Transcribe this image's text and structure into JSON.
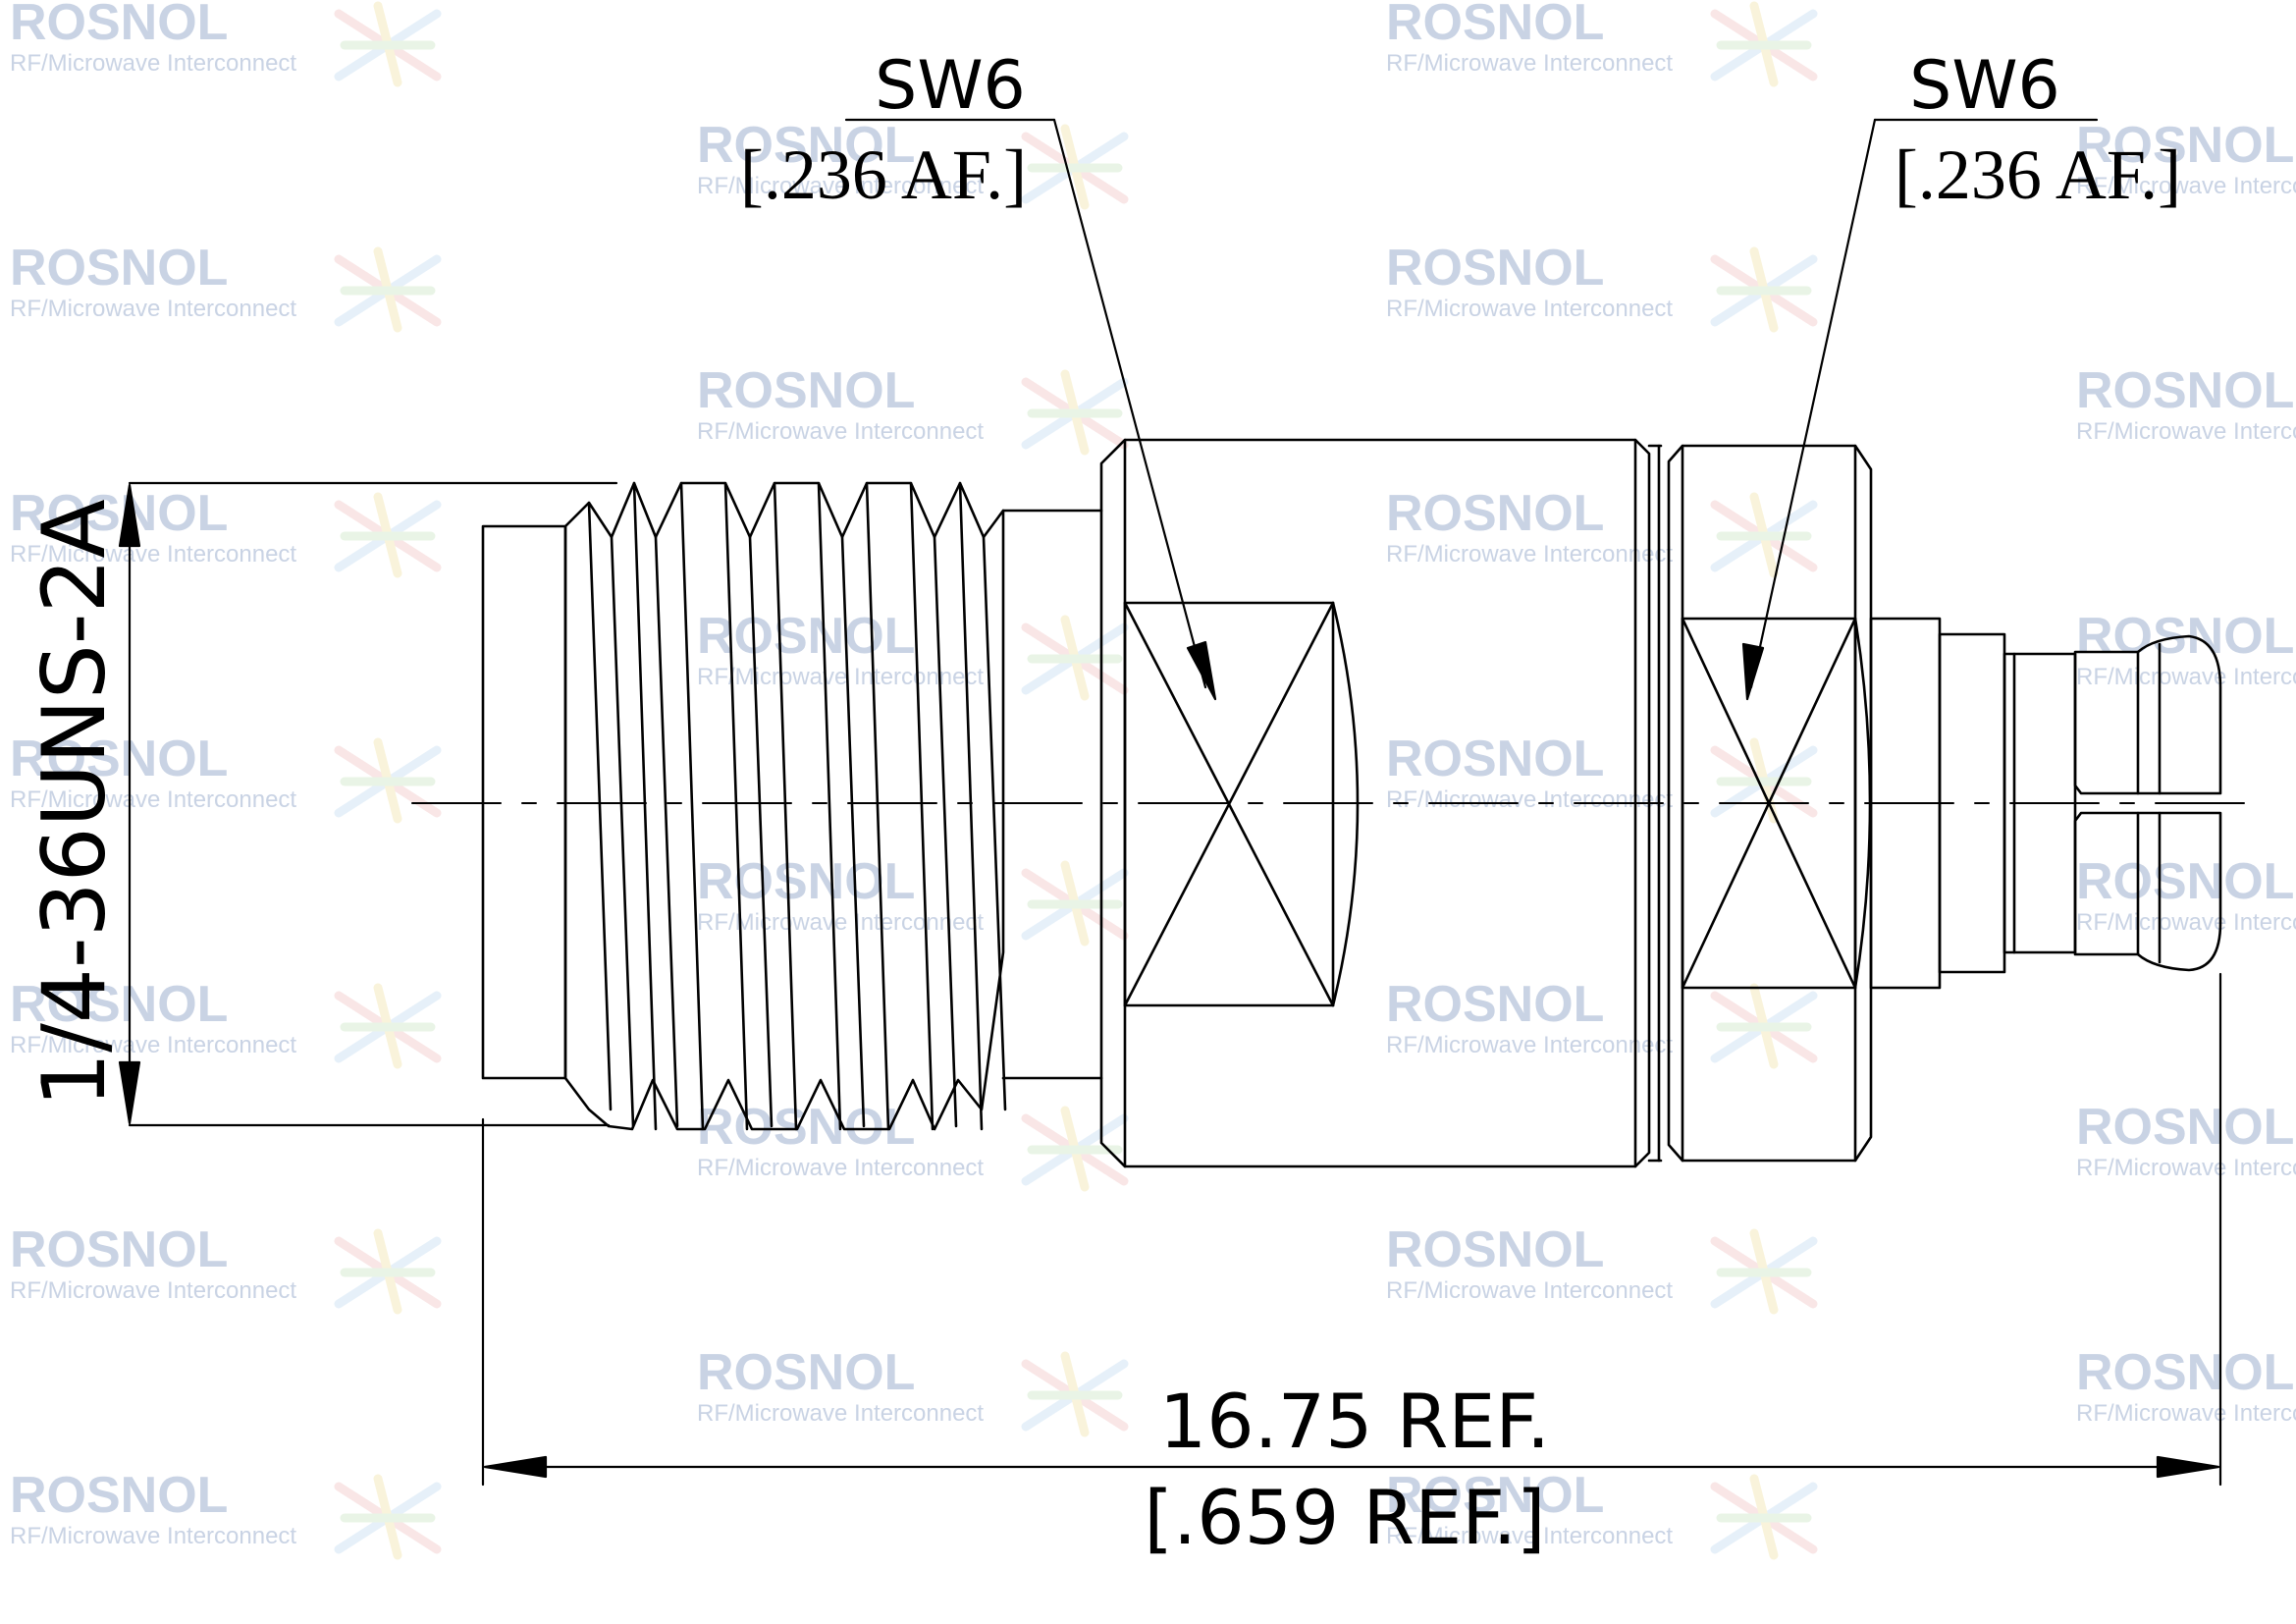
{
  "watermark": {
    "brand": "ROSNOL",
    "tagline": "RF/Microwave Interconnect",
    "brand_color": "#c9d3e4",
    "icon": "rosnol-logo-star-icon"
  },
  "labels": {
    "wrench_left_size": "SW6",
    "wrench_left_af": "[.236 AF.]",
    "wrench_right_size": "SW6",
    "wrench_right_af": "[.236 AF.]",
    "thread_spec": "1/4-36UNS-2A",
    "length_mm": "16.75 REF.",
    "length_in": "[.659 REF.]"
  },
  "colors": {
    "line": "#000000",
    "background": "#ffffff"
  }
}
